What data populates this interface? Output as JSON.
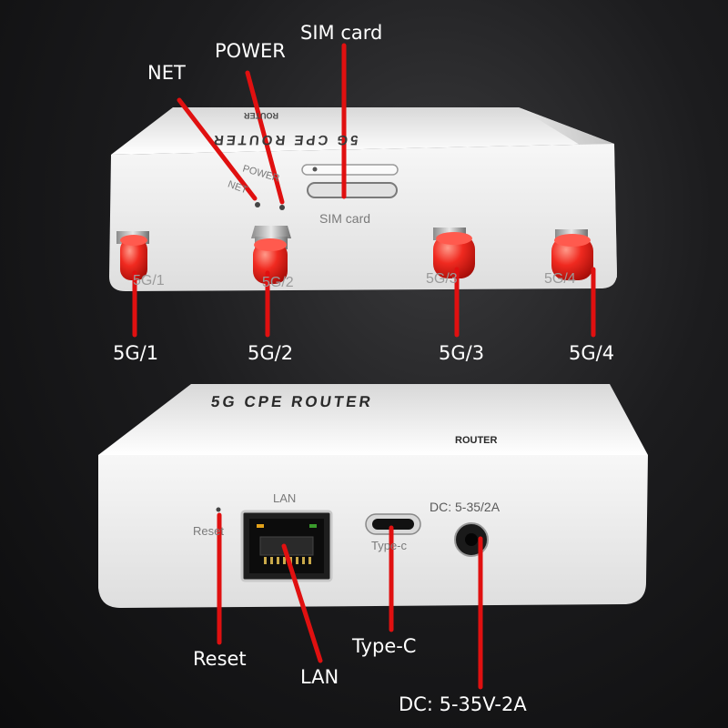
{
  "callouts": {
    "net": "NET",
    "power": "POWER",
    "sim_card": "SIM card",
    "antenna_1": "5G/1",
    "antenna_2": "5G/2",
    "antenna_3": "5G/3",
    "antenna_4": "5G/4",
    "reset": "Reset",
    "lan": "LAN",
    "type_c": "Type-C",
    "dc": "DC:  5-35V-2A"
  },
  "device_print": {
    "top_brand_upper": "5G CPE ROUTER",
    "top_sub_upper": "ROUTER",
    "power": "POWER",
    "net": "NET",
    "sim_card": "SIM card",
    "antenna_1": "5G/1",
    "antenna_2": "5G/2",
    "antenna_3": "5G/3",
    "antenna_4": "5G/4",
    "top_brand_lower": "5G CPE ROUTER",
    "top_sub_lower": "ROUTER",
    "lan": "LAN",
    "reset": "Reset",
    "type_c": "Type-c",
    "dc": "DC: 5-35/2A"
  },
  "colors": {
    "callout_line": "#e01010",
    "antenna": "#e8231e",
    "device_body": "#f4f4f4"
  }
}
